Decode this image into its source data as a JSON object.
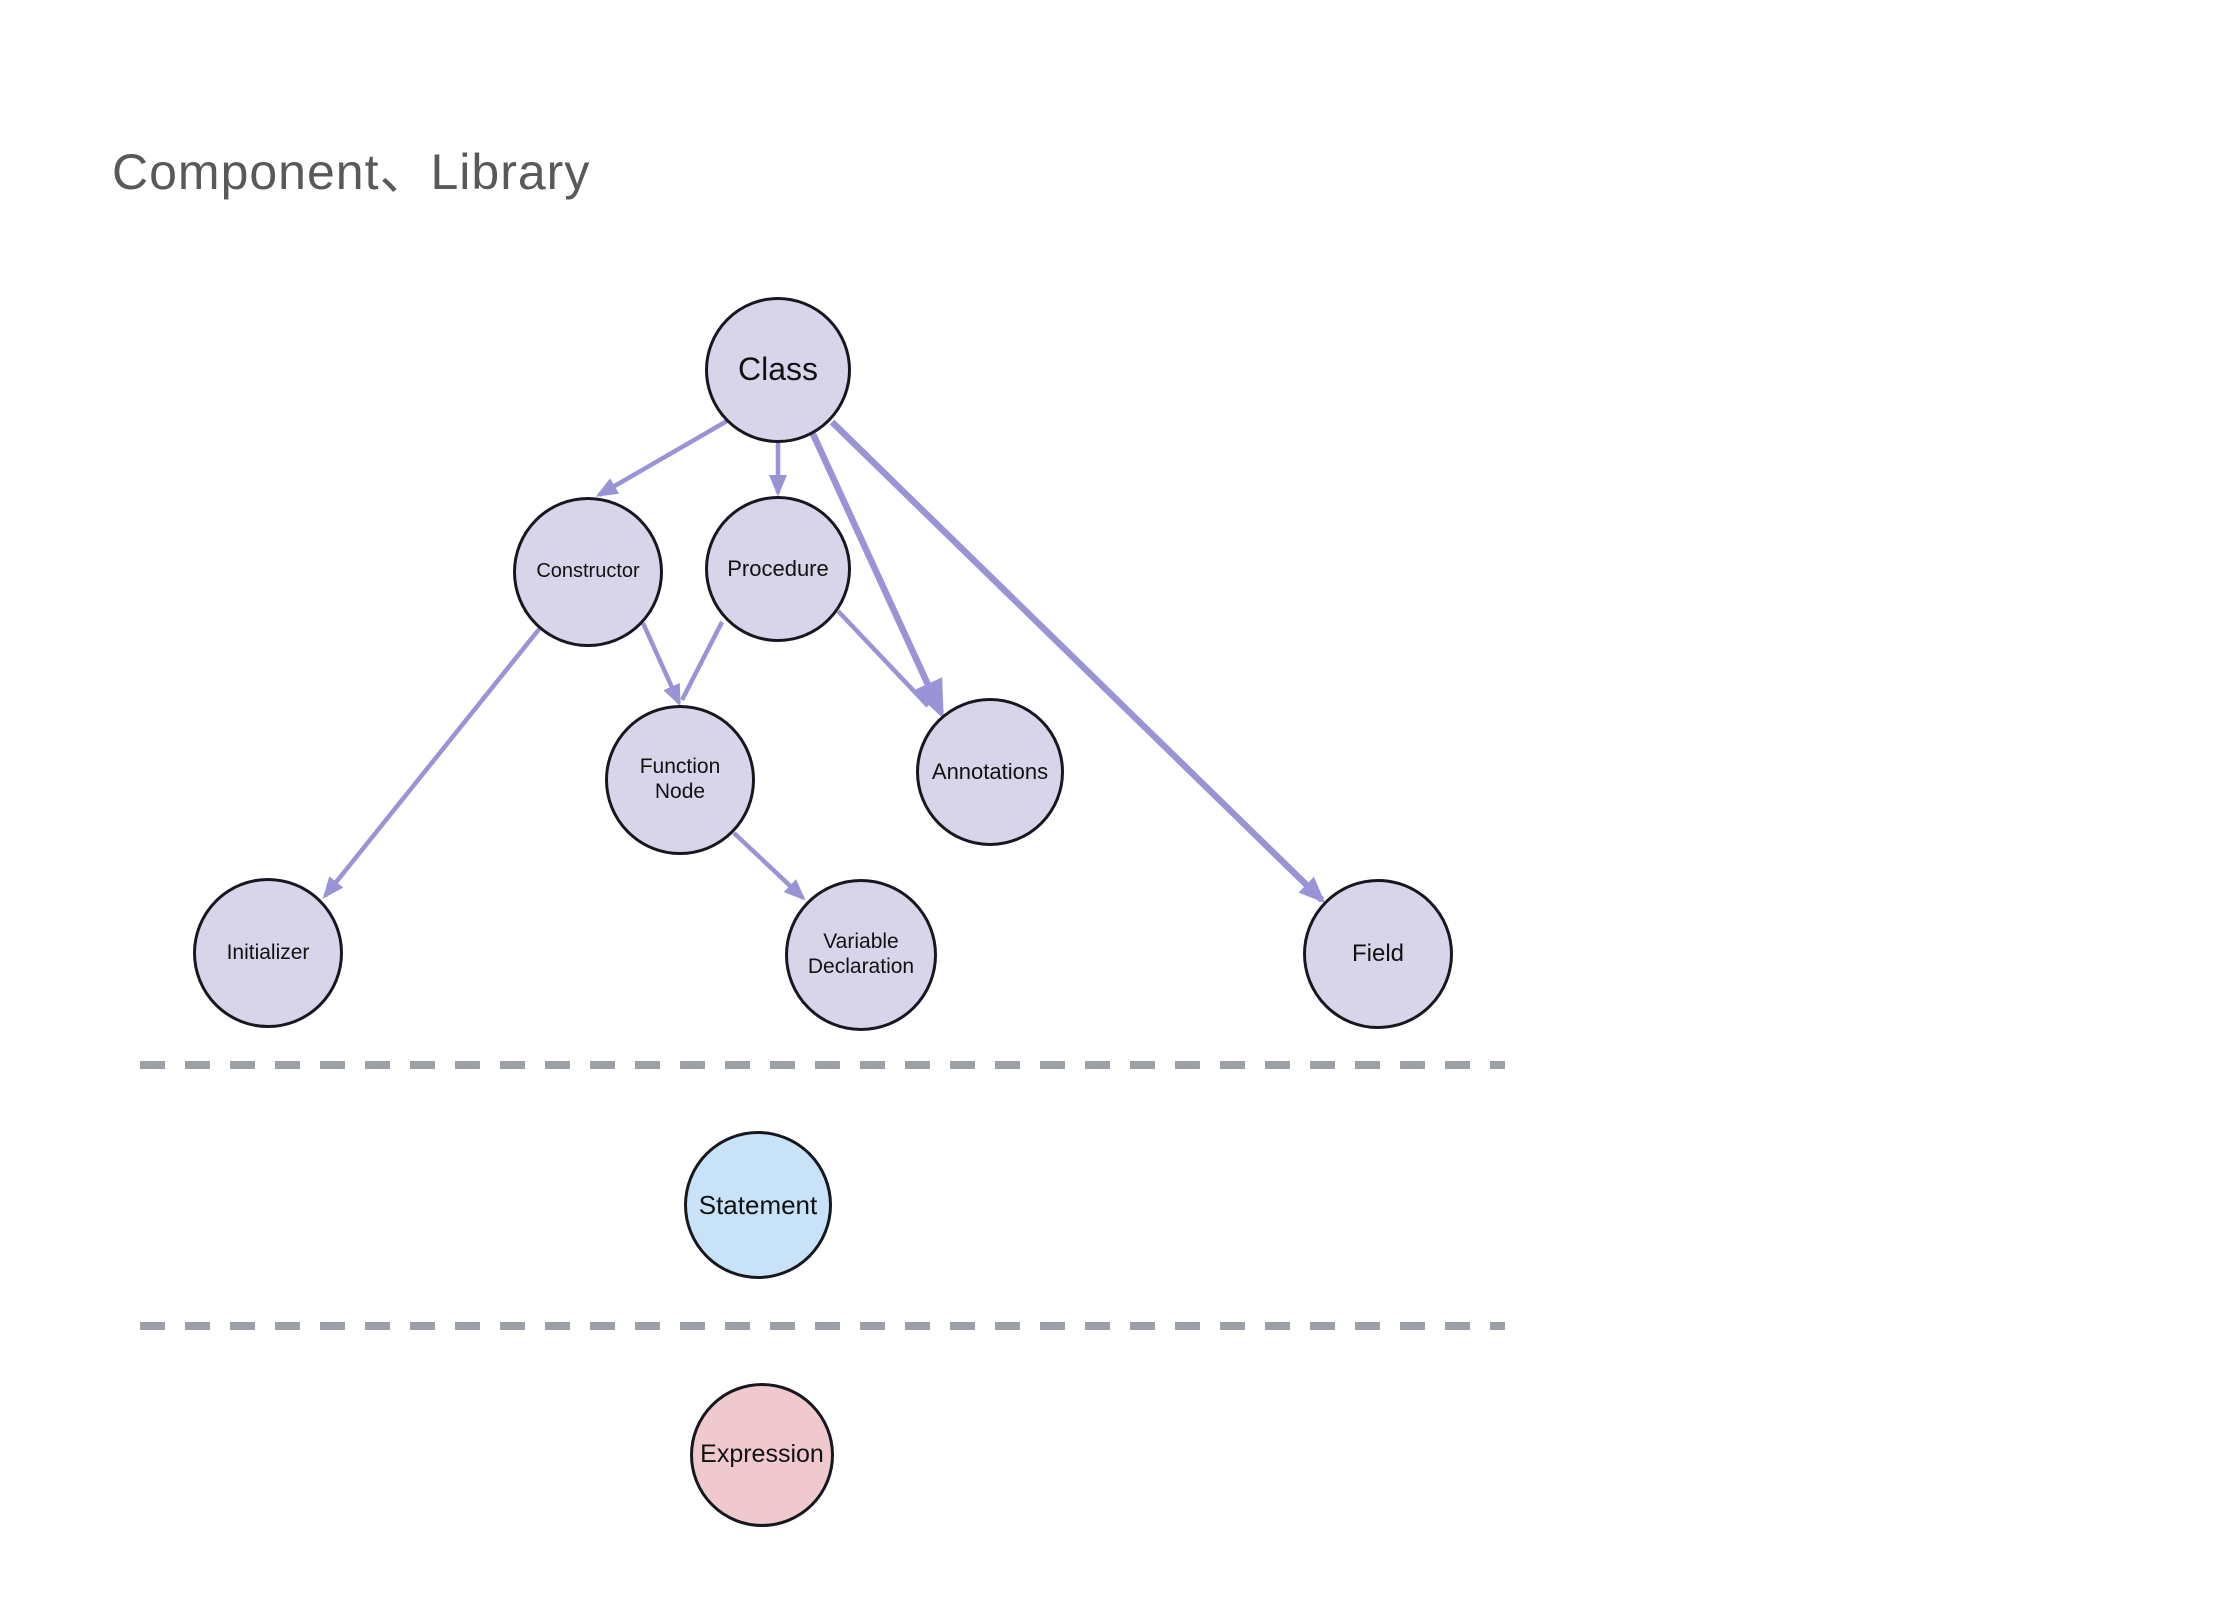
{
  "title": "Component、Library",
  "colors": {
    "node-fill": "#d8d5eb",
    "node-border": "#17171f",
    "edge": "#9a94d6",
    "statement-fill": "#c8e2f8",
    "expression-fill": "#efc9ce",
    "dash": "#9aa0a6",
    "title-color": "#595959",
    "label": "#111111"
  },
  "nodes": {
    "class": {
      "label": "Class"
    },
    "constructor": {
      "label": "Constructor"
    },
    "procedure": {
      "label": "Procedure"
    },
    "function_node": {
      "label": "Function\nNode"
    },
    "annotations": {
      "label": "Annotations"
    },
    "initializer": {
      "label": "Initializer"
    },
    "variable_declaration": {
      "label": "Variable\nDeclaration"
    },
    "field": {
      "label": "Field"
    },
    "statement": {
      "label": "Statement"
    },
    "expression": {
      "label": "Expression"
    }
  },
  "edges": [
    {
      "from": "Class",
      "to": "Constructor"
    },
    {
      "from": "Class",
      "to": "Procedure"
    },
    {
      "from": "Class",
      "to": "Annotations"
    },
    {
      "from": "Class",
      "to": "Field"
    },
    {
      "from": "Constructor",
      "to": "Initializer"
    },
    {
      "from": "Constructor",
      "to": "Function Node"
    },
    {
      "from": "Procedure",
      "to": "Function Node"
    },
    {
      "from": "Procedure",
      "to": "Annotations"
    },
    {
      "from": "Function Node",
      "to": "Variable Declaration"
    }
  ]
}
